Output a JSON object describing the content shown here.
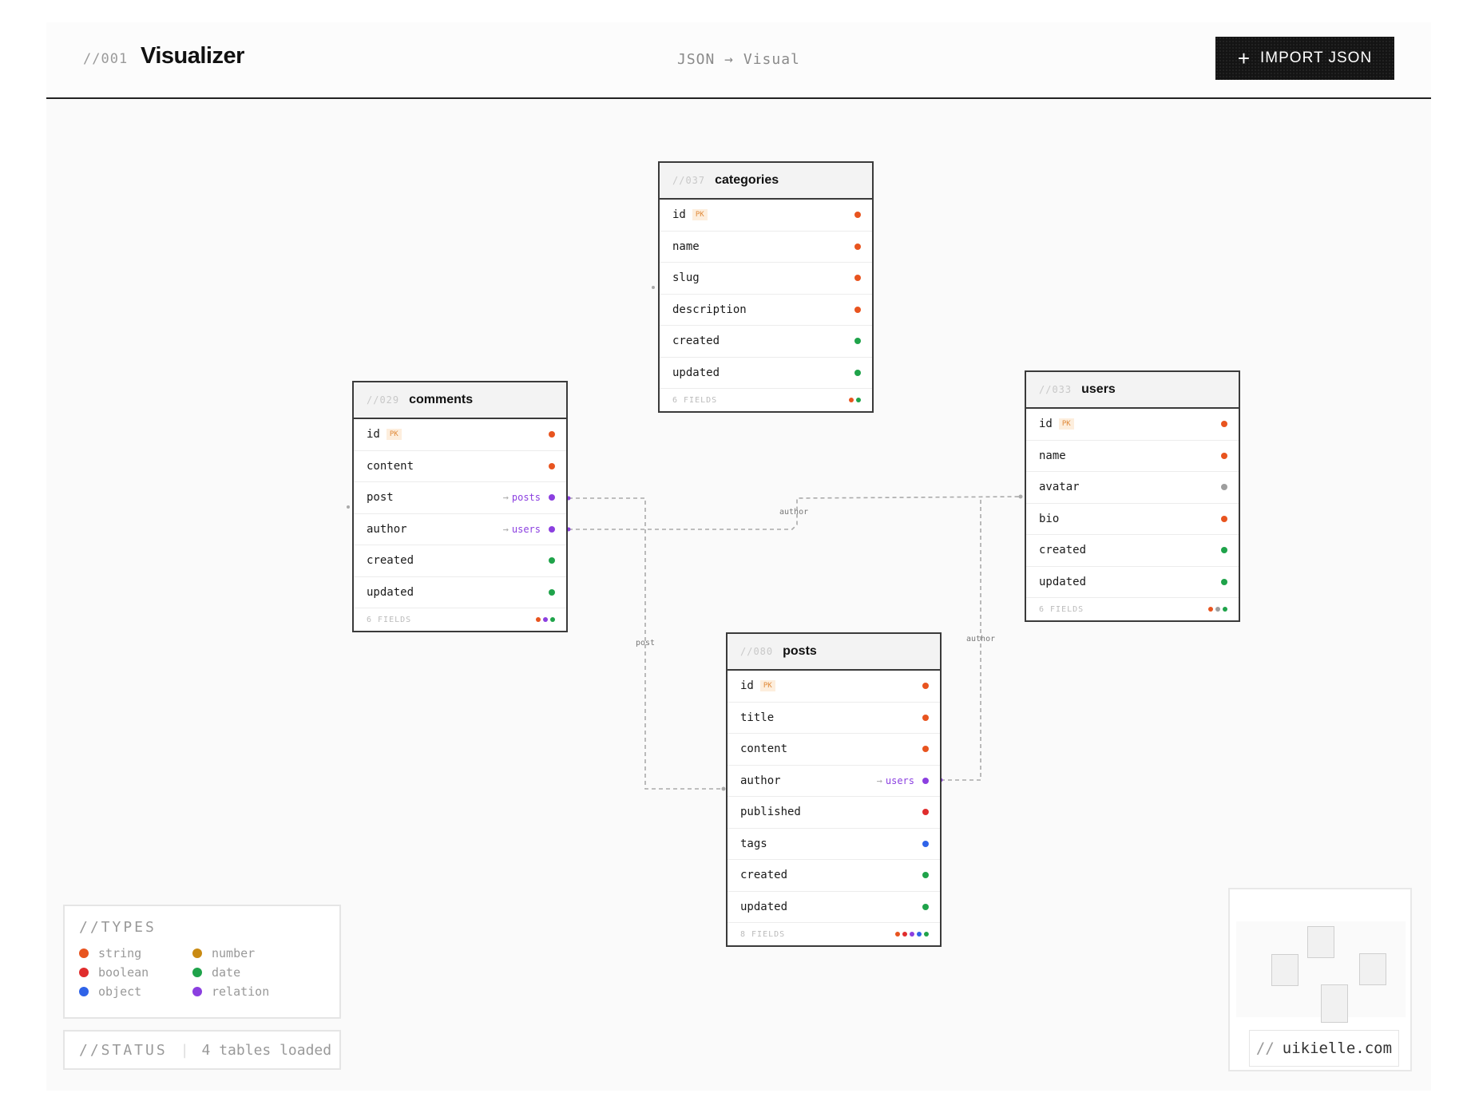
{
  "header": {
    "number": "//001",
    "title": "Visualizer",
    "center": "JSON → Visual",
    "import_label": "IMPORT JSON",
    "import_icon": "plus-icon"
  },
  "colors": {
    "string": "#e8541f",
    "boolean": "#e02d2d",
    "object": "#2f63e8",
    "number": "#c98a12",
    "date": "#1fa34a",
    "relation": "#8b3fe0",
    "null": "#9e9e9e"
  },
  "tables": {
    "categories": {
      "id": "//037",
      "name": "categories",
      "footer": "6 FIELDS",
      "fields": [
        {
          "name": "id",
          "pk": "PK",
          "type": "string"
        },
        {
          "name": "name",
          "type": "string"
        },
        {
          "name": "slug",
          "type": "string"
        },
        {
          "name": "description",
          "type": "string"
        },
        {
          "name": "created",
          "type": "date"
        },
        {
          "name": "updated",
          "type": "date"
        }
      ],
      "type_dots": [
        "string",
        "date"
      ]
    },
    "comments": {
      "id": "//029",
      "name": "comments",
      "footer": "6 FIELDS",
      "fields": [
        {
          "name": "id",
          "pk": "PK",
          "type": "string"
        },
        {
          "name": "content",
          "type": "string"
        },
        {
          "name": "post",
          "ref": "posts",
          "type": "relation"
        },
        {
          "name": "author",
          "ref": "users",
          "type": "relation"
        },
        {
          "name": "created",
          "type": "date"
        },
        {
          "name": "updated",
          "type": "date"
        }
      ],
      "type_dots": [
        "string",
        "relation",
        "date"
      ]
    },
    "users": {
      "id": "//033",
      "name": "users",
      "footer": "6 FIELDS",
      "fields": [
        {
          "name": "id",
          "pk": "PK",
          "type": "string"
        },
        {
          "name": "name",
          "type": "string"
        },
        {
          "name": "avatar",
          "type": "null"
        },
        {
          "name": "bio",
          "type": "string"
        },
        {
          "name": "created",
          "type": "date"
        },
        {
          "name": "updated",
          "type": "date"
        }
      ],
      "type_dots": [
        "string",
        "null",
        "date"
      ]
    },
    "posts": {
      "id": "//080",
      "name": "posts",
      "footer": "8 FIELDS",
      "fields": [
        {
          "name": "id",
          "pk": "PK",
          "type": "string"
        },
        {
          "name": "title",
          "type": "string"
        },
        {
          "name": "content",
          "type": "string"
        },
        {
          "name": "author",
          "ref": "users",
          "type": "relation"
        },
        {
          "name": "published",
          "type": "boolean"
        },
        {
          "name": "tags",
          "type": "object"
        },
        {
          "name": "created",
          "type": "date"
        },
        {
          "name": "updated",
          "type": "date"
        }
      ],
      "type_dots": [
        "string",
        "boolean",
        "relation",
        "object",
        "date"
      ]
    }
  },
  "links": {
    "comments_author": "author",
    "comments_post": "post",
    "posts_author": "author"
  },
  "legend": {
    "title": "//TYPES",
    "items": [
      {
        "label": "string",
        "type": "string"
      },
      {
        "label": "number",
        "type": "number"
      },
      {
        "label": "boolean",
        "type": "boolean"
      },
      {
        "label": "date",
        "type": "date"
      },
      {
        "label": "object",
        "type": "object"
      },
      {
        "label": "relation",
        "type": "relation"
      }
    ]
  },
  "status": {
    "title": "//STATUS",
    "text": "4 tables loaded"
  },
  "brand": {
    "prefix": "//",
    "name": "uikielle.com"
  }
}
